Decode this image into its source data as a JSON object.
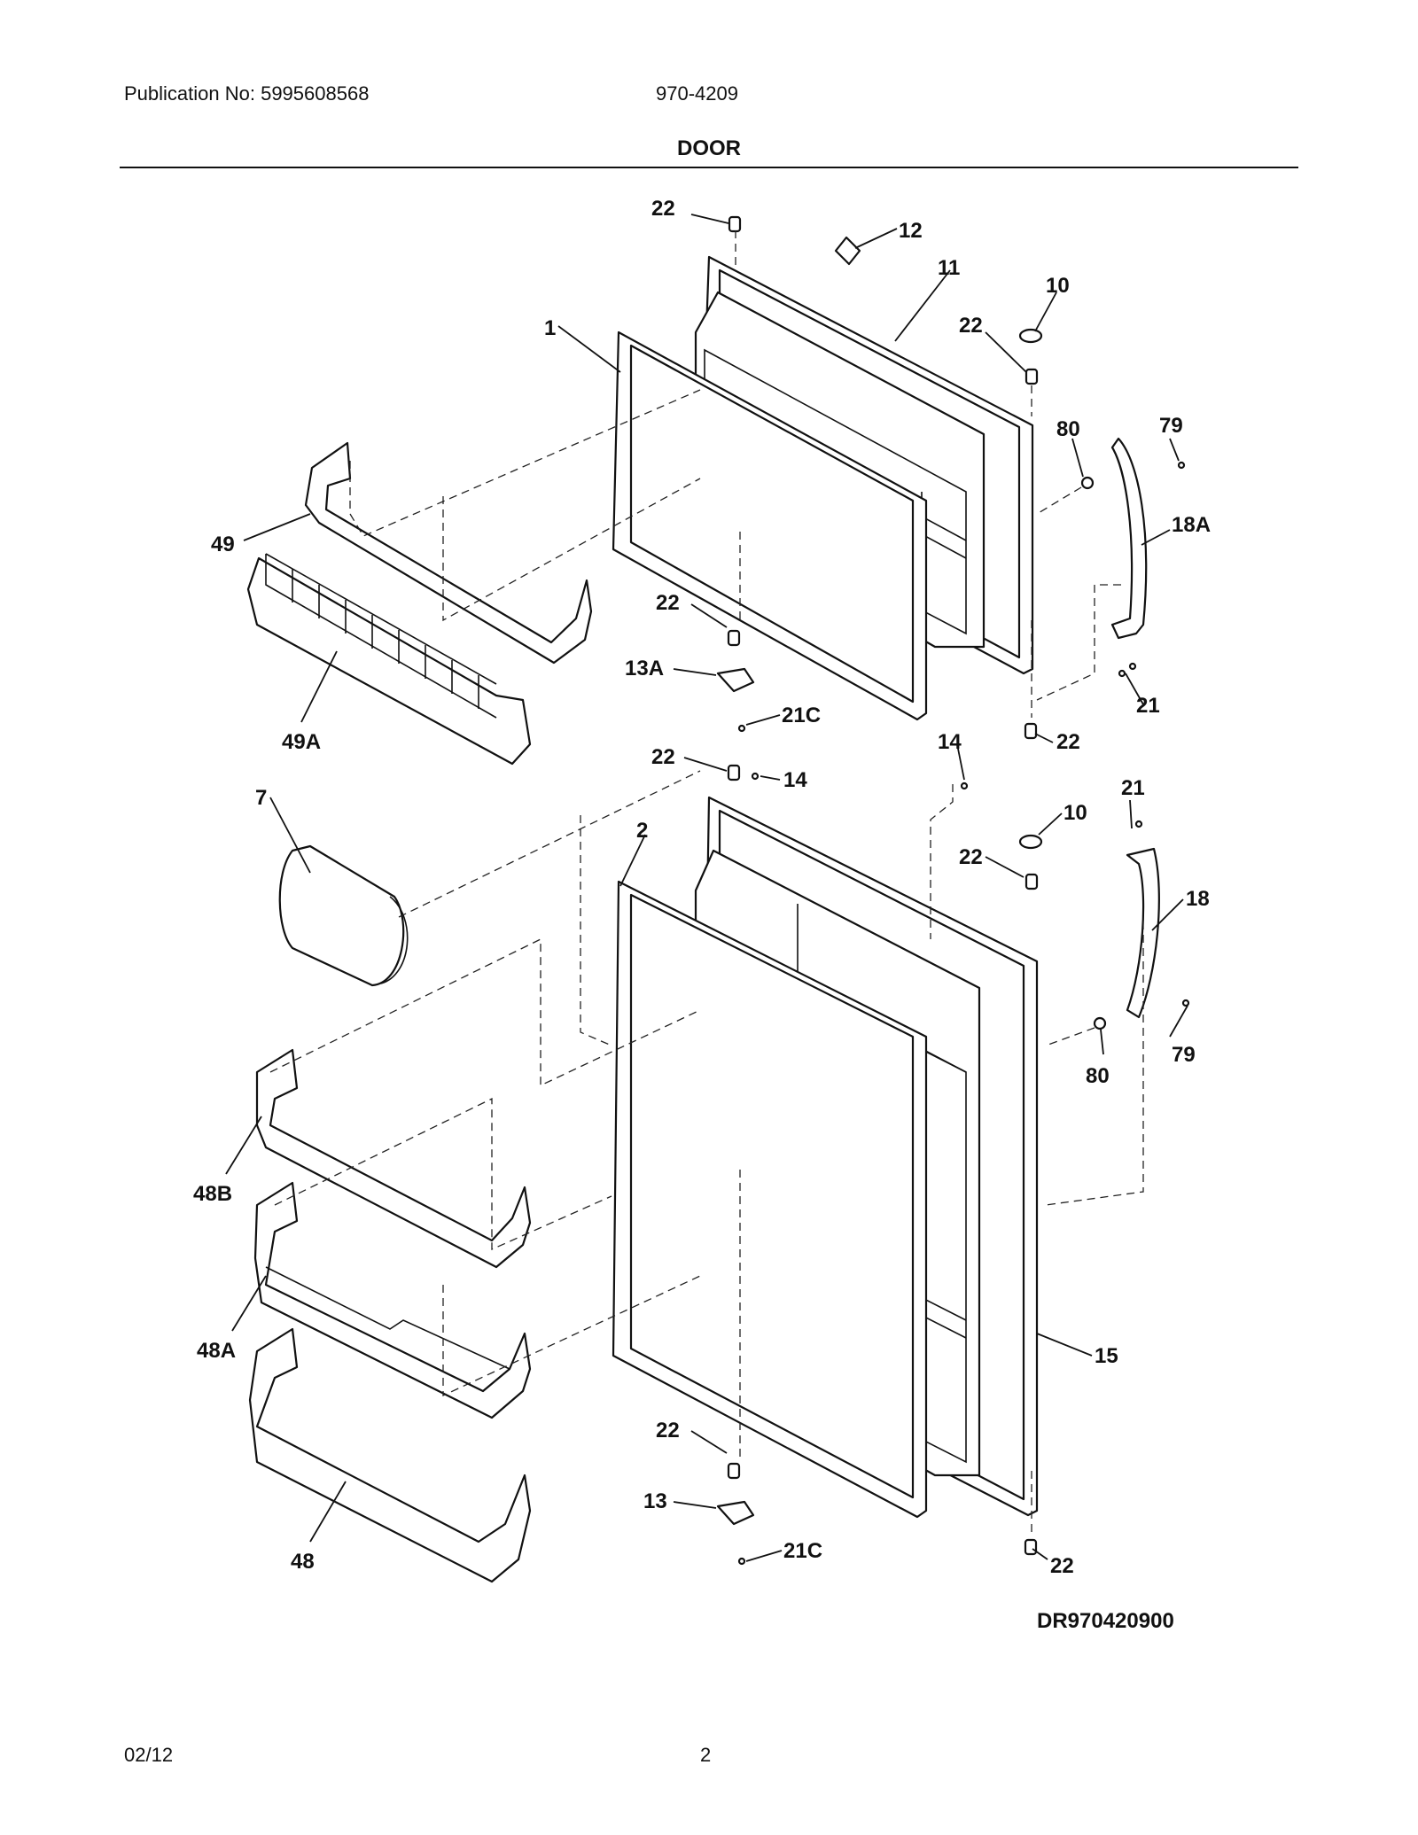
{
  "header": {
    "publication": "Publication No: 5995608568",
    "model": "970-4209",
    "title": "DOOR"
  },
  "diagram": {
    "code": "DR970420900",
    "callouts": {
      "c1": "1",
      "c2": "2",
      "c7": "7",
      "c10a": "10",
      "c10b": "10",
      "c11": "11",
      "c12": "12",
      "c13": "13",
      "c13a": "13A",
      "c14a": "14",
      "c14b": "14",
      "c15": "15",
      "c18": "18",
      "c18a": "18A",
      "c21a": "21",
      "c21b": "21",
      "c21ca": "21C",
      "c21cb": "21C",
      "c22a": "22",
      "c22b": "22",
      "c22c": "22",
      "c22d": "22",
      "c22e": "22",
      "c22f": "22",
      "c22g": "22",
      "c22h": "22",
      "c48": "48",
      "c48a": "48A",
      "c48b": "48B",
      "c49": "49",
      "c49a": "49A",
      "c79a": "79",
      "c79b": "79",
      "c80a": "80",
      "c80b": "80"
    }
  },
  "footer": {
    "date": "02/12",
    "page": "2"
  }
}
